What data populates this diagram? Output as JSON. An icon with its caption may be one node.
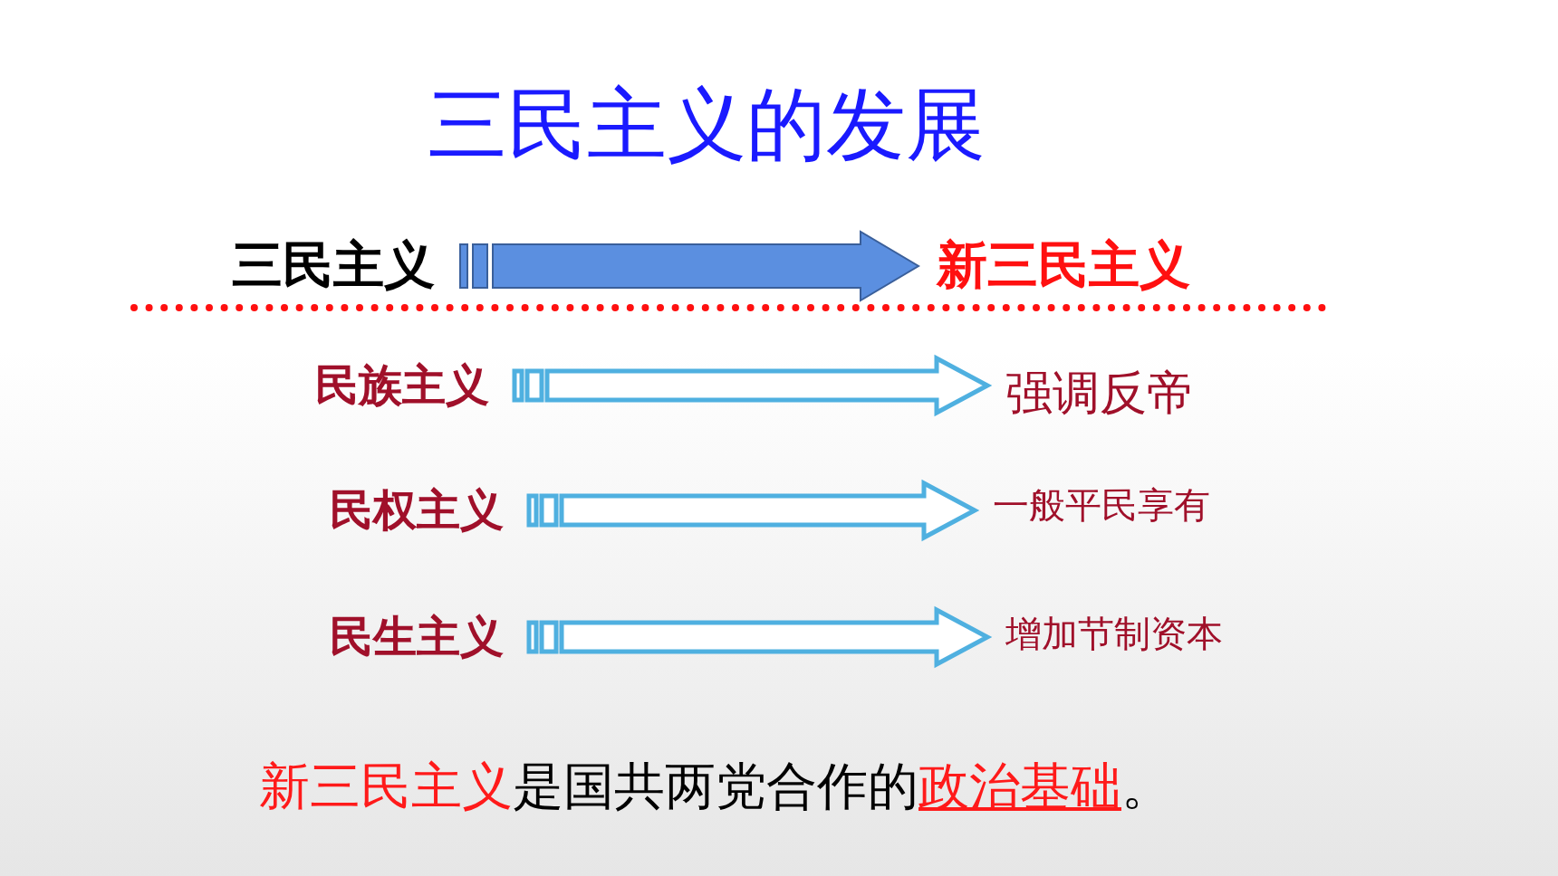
{
  "diagram": {
    "title": "三民主义的发展",
    "nodes": [
      {
        "text": [
          "三民主义"
        ]
      },
      {
        "text": [
          "新三民主义"
        ]
      },
      {
        "text": [
          "民族主义"
        ]
      },
      {
        "text": [
          "强调反帝"
        ]
      },
      {
        "text": [
          "民权主义"
        ]
      },
      {
        "text": [
          "一般平民享有"
        ]
      },
      {
        "text": [
          "民生主义"
        ]
      },
      {
        "text": [
          "增加节制资本"
        ]
      }
    ],
    "edges": [
      {
        "from": 0,
        "to": 1,
        "arrow": "to",
        "color": "#5b8fe0"
      },
      {
        "from": 2,
        "to": 3,
        "arrow": "to"
      },
      {
        "from": 4,
        "to": 5,
        "arrow": "to"
      },
      {
        "from": 6,
        "to": 7,
        "arrow": "to"
      }
    ],
    "caption": "**新三民主义**是国共两党合作的**政治基础**。"
  }
}
